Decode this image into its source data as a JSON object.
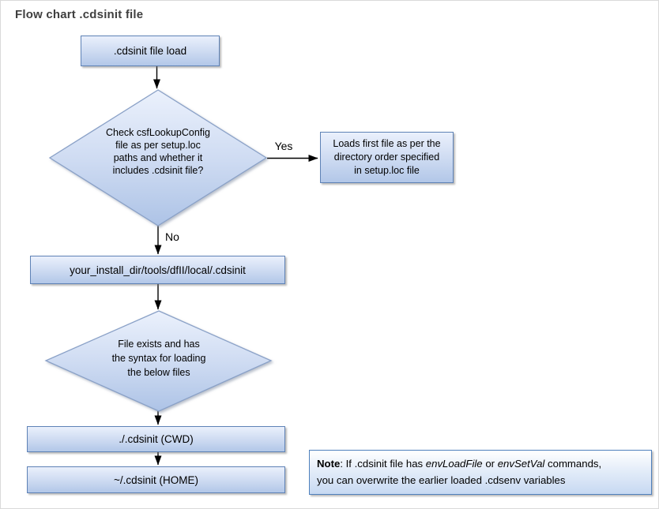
{
  "page": {
    "title": "Flow chart .cdsinit file"
  },
  "labels": {
    "yes": "Yes",
    "no": "No"
  },
  "nodes": {
    "start": ".cdsinit file load",
    "decision1": "Check csfLookupConfig\nfile as per setup.loc\npaths and whether it\nincludes .cdsinit file?",
    "yes_result": "Loads first file as per the\ndirectory order specified\nin setup.loc file",
    "install_path": "your_install_dir/tools/dfII/local/.cdsinit",
    "decision2": "File exists and has\nthe syntax for loading\nthe below files",
    "cwd": "./.cdsinit (CWD)",
    "home": "~/.cdsinit (HOME)"
  },
  "note": {
    "bold": "Note",
    "text1": ": If .cdsinit file has ",
    "italic1": "envLoadFile",
    "text2": " or ",
    "italic2": "envSetVal",
    "text3": " commands,\nyou can overwrite the earlier loaded .cdsenv variables"
  },
  "colors": {
    "shape_fill_top": "#eaf0fc",
    "shape_fill_bottom": "#b2c7e8",
    "box_border": "#5e82b6",
    "diamond_border": "#8aa1c7",
    "note_border": "#4f81bd",
    "arrow": "#000000",
    "title_text": "#3f3f3f"
  }
}
